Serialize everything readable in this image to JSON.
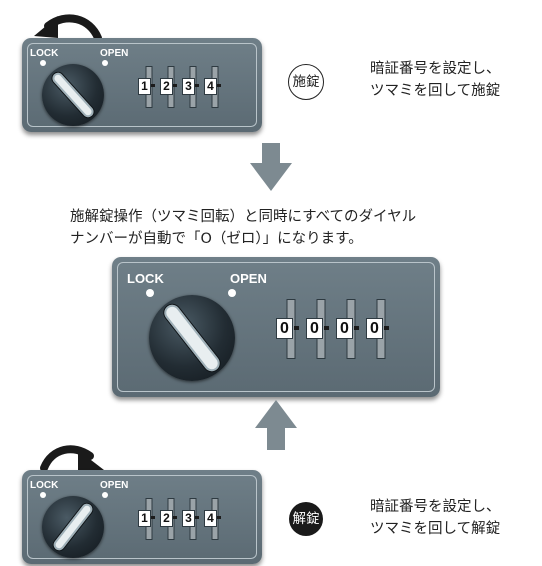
{
  "top": {
    "lock_label": "LOCK",
    "open_label": "OPEN",
    "digits": [
      "1",
      "2",
      "3",
      "4"
    ],
    "badge": "施錠",
    "caption_line1": "暗証番号を設定し、",
    "caption_line2": "ツマミを回して施錠"
  },
  "middle": {
    "note_line1": "施解錠操作（ツマミ回転）と同時にすべてのダイヤル",
    "note_line2": "ナンバーが自動で「O（ゼロ）」になります。",
    "lock_label": "LOCK",
    "open_label": "OPEN",
    "digits": [
      "0",
      "0",
      "0",
      "0"
    ]
  },
  "bottom": {
    "lock_label": "LOCK",
    "open_label": "OPEN",
    "digits": [
      "1",
      "2",
      "3",
      "4"
    ],
    "badge": "解錠",
    "caption_line1": "暗証番号を設定し、",
    "caption_line2": "ツマミを回して解錠"
  },
  "colors": {
    "panel": "#64737c",
    "arrow": "#7d8a91",
    "rotate_arrow": "#1a1a1a",
    "badge_dark": "#1a1a1a"
  },
  "icons": [
    "rotate-ccw-arrow-icon",
    "rotate-cw-arrow-icon",
    "down-arrow-icon",
    "up-arrow-icon"
  ]
}
